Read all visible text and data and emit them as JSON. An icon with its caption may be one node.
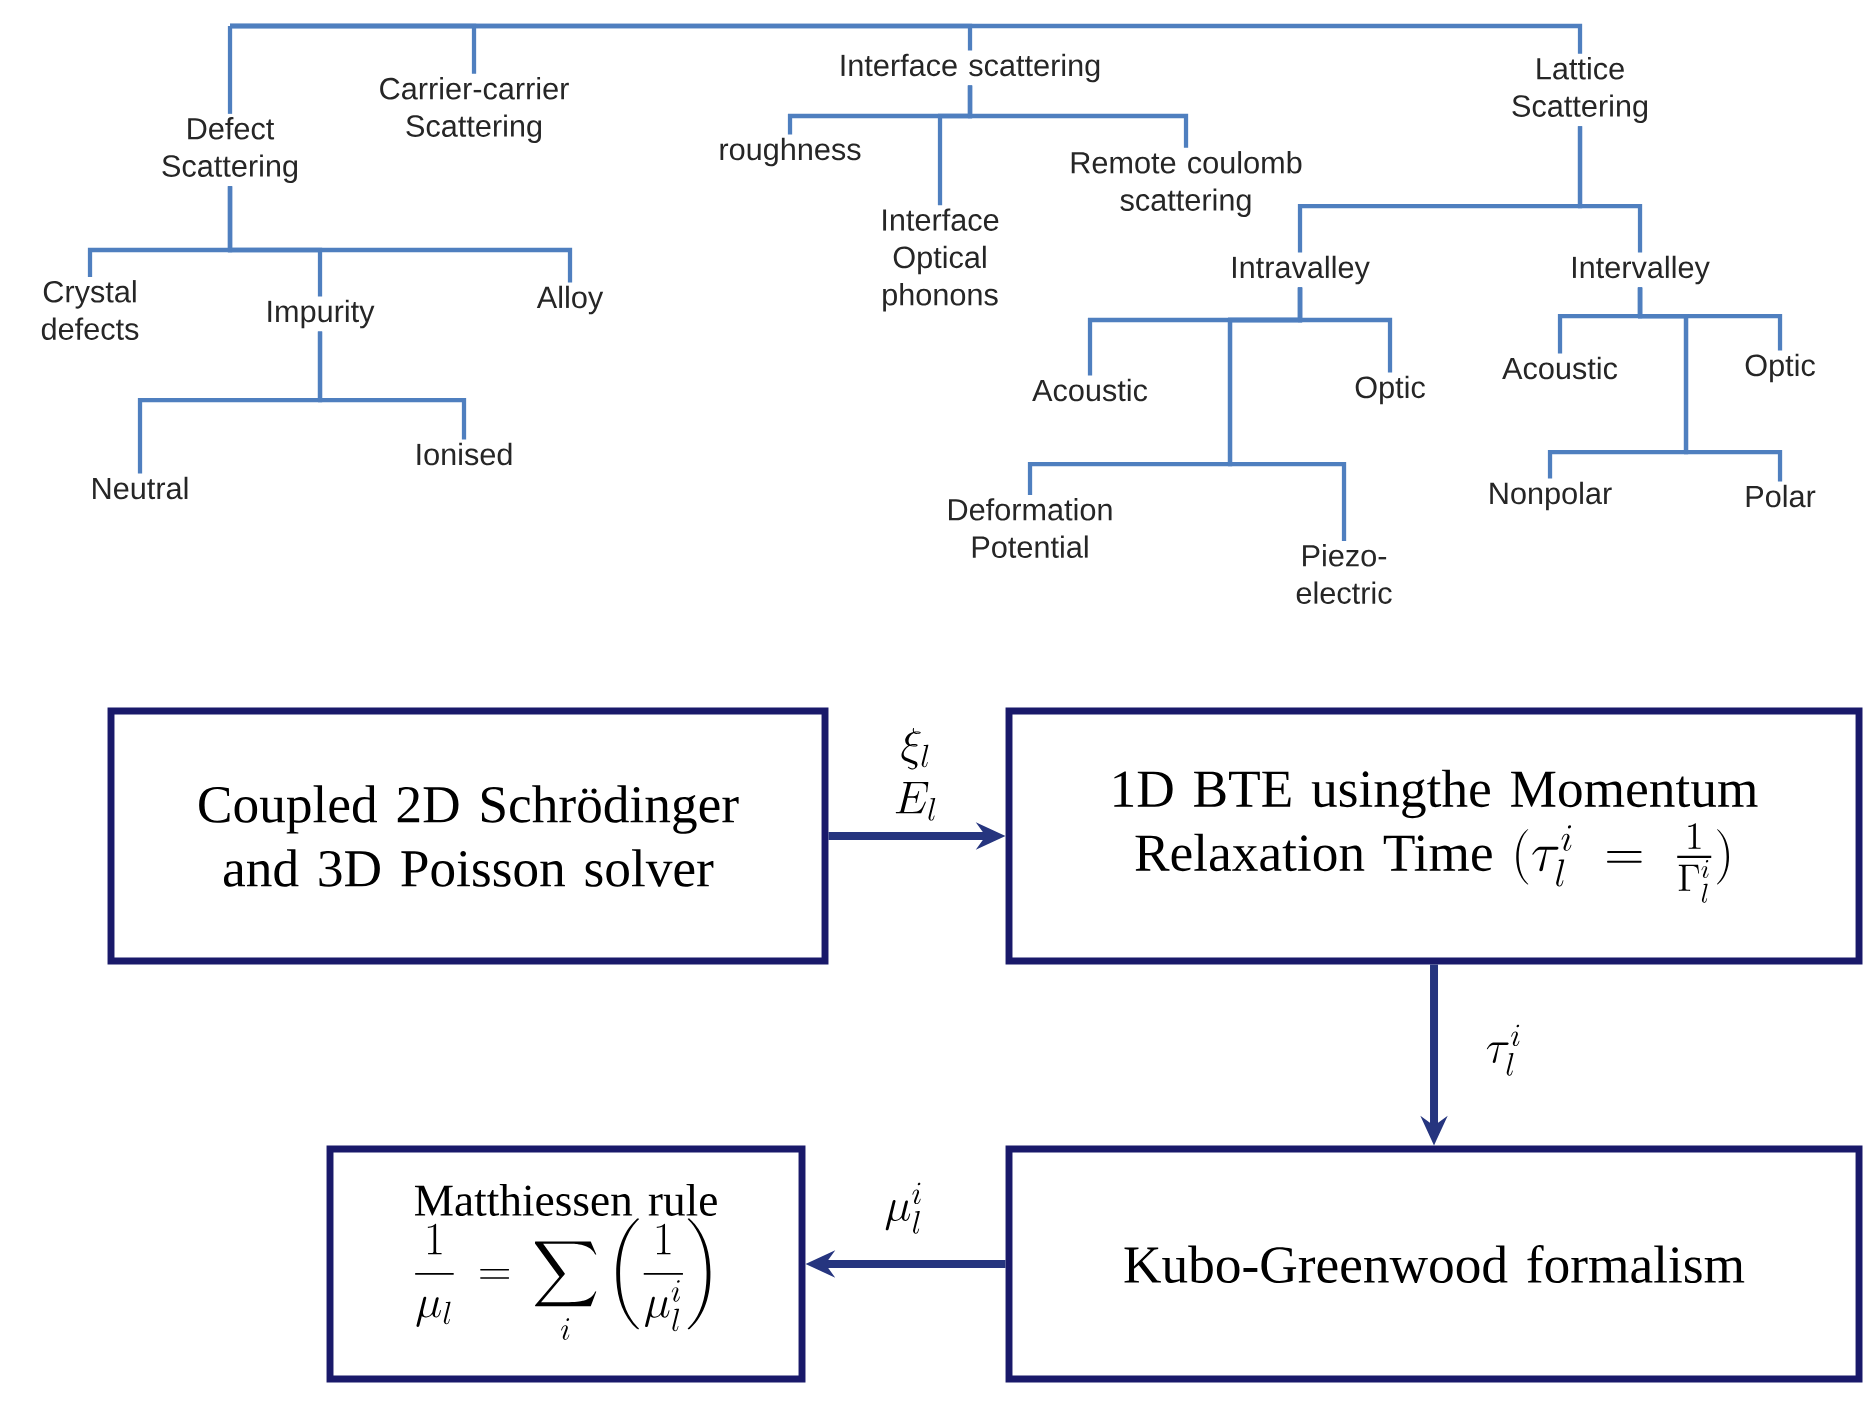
{
  "diagram": {
    "nodes": [
      {
        "text": [
          "Defect Scattering"
        ]
      },
      {
        "text": [
          "Carrier-carrier Scattering"
        ]
      },
      {
        "text": [
          "Interface scattering"
        ]
      },
      {
        "text": [
          "Lattice Scattering"
        ]
      },
      {
        "text": [
          "Crystal defects"
        ]
      },
      {
        "text": [
          "Impurity"
        ]
      },
      {
        "text": [
          "Alloy"
        ]
      },
      {
        "text": [
          "Neutral"
        ]
      },
      {
        "text": [
          "Ionised"
        ]
      },
      {
        "text": [
          "roughness"
        ]
      },
      {
        "text": [
          "Interface Optical phonons"
        ]
      },
      {
        "text": [
          "Remote coulomb scattering"
        ]
      },
      {
        "text": [
          "Intravalley"
        ]
      },
      {
        "text": [
          "Intervalley"
        ]
      },
      {
        "text": [
          "Acoustic"
        ]
      },
      {
        "text": [
          "Optic"
        ]
      },
      {
        "text": [
          "Acoustic"
        ]
      },
      {
        "text": [
          "Optic"
        ]
      },
      {
        "text": [
          "Deformation Potential"
        ]
      },
      {
        "text": [
          "Piezo-electric"
        ]
      },
      {
        "text": [
          "Nonpolar"
        ]
      },
      {
        "text": [
          "Polar"
        ]
      },
      {
        "text": [
          "Coupled 2D Schrödinger and 3D Poisson solver"
        ]
      },
      {
        "text": [
          "1D BTE usingthe Momentum Relaxation Time",
          "(\\tau_l^i = \\frac{1}{\\Gamma_l^i})"
        ]
      },
      {
        "text": [
          "Kubo-Greenwood formalism"
        ]
      },
      {
        "text": [
          "Matthiessen rule",
          "\\frac{1}{\\mu_l} = \\sum_i \\left(\\frac{1}{\\mu_l^i}\\right)"
        ]
      }
    ],
    "edges": [
      {
        "from": null,
        "to": 0,
        "arrow": "none"
      },
      {
        "from": null,
        "to": 1,
        "arrow": "none"
      },
      {
        "from": null,
        "to": 2,
        "arrow": "none"
      },
      {
        "from": null,
        "to": 3,
        "arrow": "none"
      },
      {
        "from": 0,
        "to": 4,
        "arrow": "none"
      },
      {
        "from": 0,
        "to": 5,
        "arrow": "none"
      },
      {
        "from": 0,
        "to": 6,
        "arrow": "none"
      },
      {
        "from": 5,
        "to": 7,
        "arrow": "none"
      },
      {
        "from": 5,
        "to": 8,
        "arrow": "none"
      },
      {
        "from": 2,
        "to": 9,
        "arrow": "none"
      },
      {
        "from": 2,
        "to": 10,
        "arrow": "none"
      },
      {
        "from": 2,
        "to": 11,
        "arrow": "none"
      },
      {
        "from": 3,
        "to": 12,
        "arrow": "none"
      },
      {
        "from": 3,
        "to": 13,
        "arrow": "none"
      },
      {
        "from": 12,
        "to": 14,
        "arrow": "none"
      },
      {
        "from": 12,
        "to": 15,
        "arrow": "none"
      },
      {
        "from": 13,
        "to": 16,
        "arrow": "none"
      },
      {
        "from": 13,
        "to": 17,
        "arrow": "none"
      },
      {
        "from": 12,
        "to": 18,
        "arrow": "none"
      },
      {
        "from": 12,
        "to": 19,
        "arrow": "none"
      },
      {
        "from": 13,
        "to": 20,
        "arrow": "none"
      },
      {
        "from": 13,
        "to": 21,
        "arrow": "none"
      },
      {
        "from": 22,
        "to": 23,
        "arrow": "to",
        "label": "\\begin{array}{c}\\xi_l\\\\ E_l\\end{array}",
        "style": "thick",
        "color": "#26357f"
      },
      {
        "from": 23,
        "to": 24,
        "arrow": "to",
        "label": "\\tau_l^i",
        "style": "thick",
        "color": "#26357f"
      },
      {
        "from": 24,
        "to": 25,
        "arrow": "to",
        "label": "\\mu_l^i",
        "style": "thick",
        "color": "#26357f"
      }
    ]
  }
}
